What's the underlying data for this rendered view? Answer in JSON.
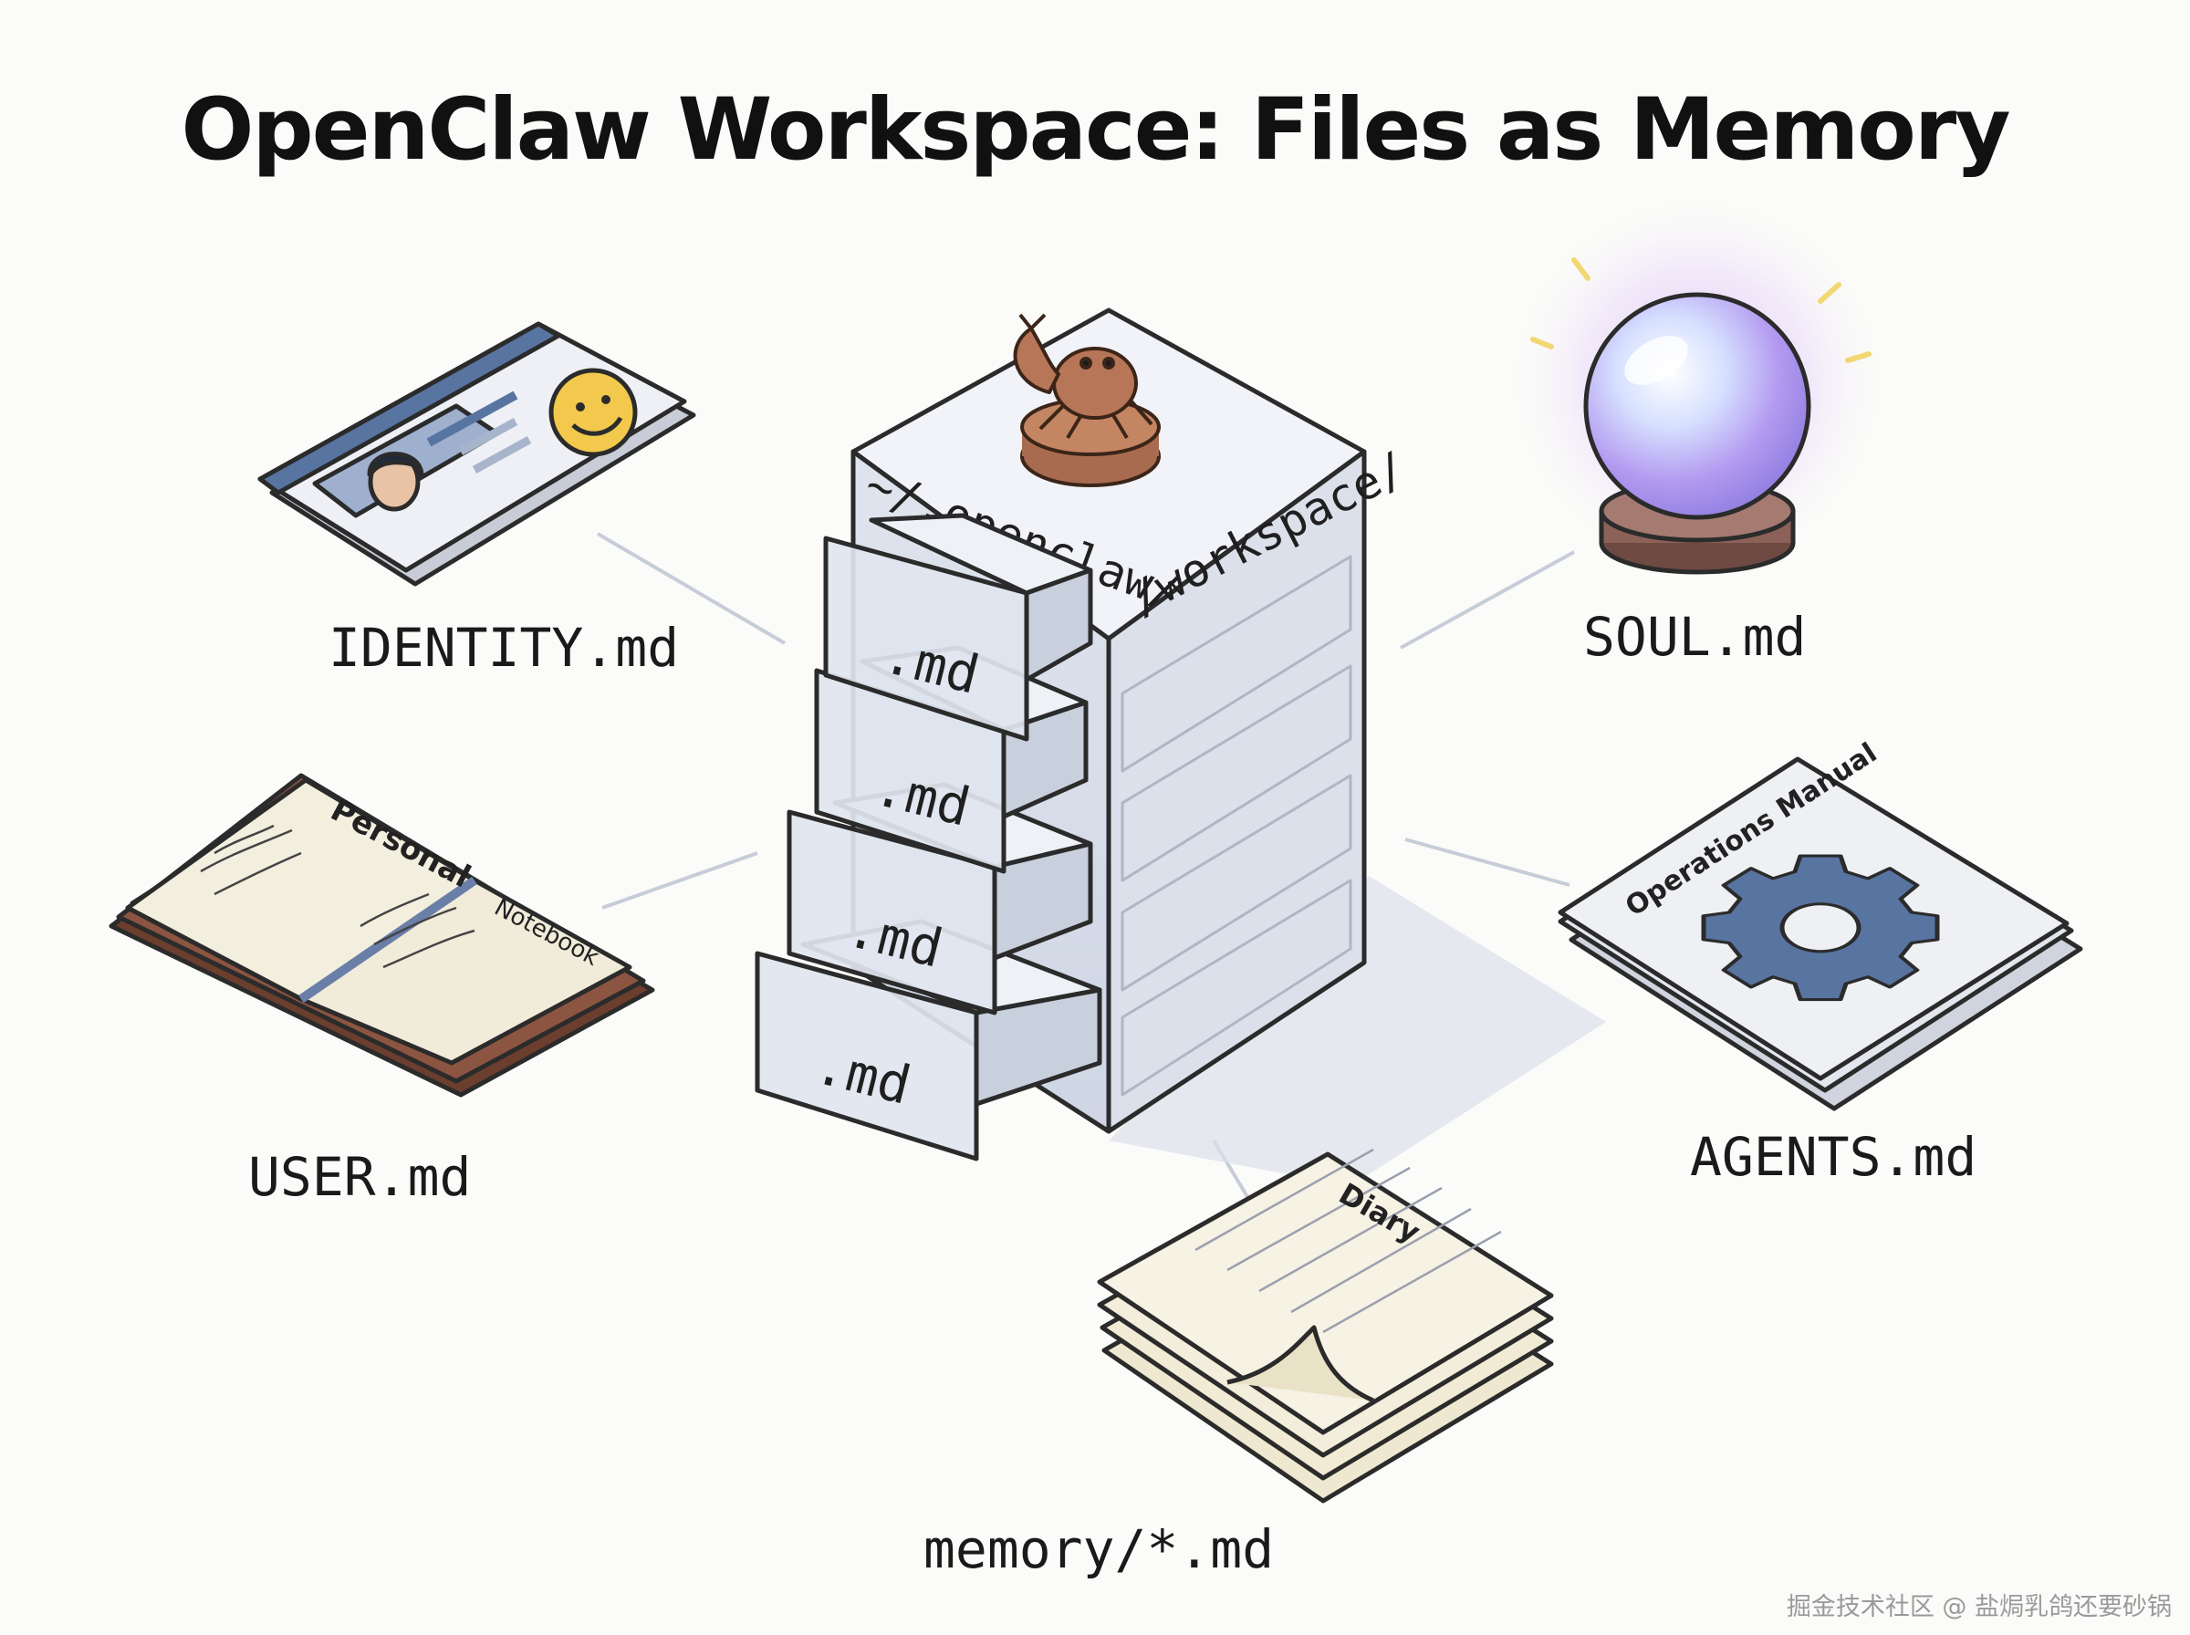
{
  "title": "OpenClaw Workspace: Files as Memory",
  "cabinet": {
    "path_left": "~/.openclaw/",
    "path_right": "/workspace/",
    "drawer_labels": [
      ".md",
      ".md",
      ".md",
      ".md"
    ]
  },
  "files": {
    "identity": {
      "label": "IDENTITY.md"
    },
    "soul": {
      "label": "SOUL.md"
    },
    "user": {
      "label": "USER.md",
      "page_left": "Personal",
      "page_right": "Notebook"
    },
    "agents": {
      "label": "AGENTS.md",
      "cover": "Operations Manual"
    },
    "memory": {
      "label": "memory/*.md",
      "cover": "Diary"
    }
  },
  "watermark": "掘金技术社区 @ 盐焗乳鸽还要砂锅",
  "icons": {
    "identity": "id-card-icon",
    "soul": "crystal-ball-icon",
    "user": "notebook-icon",
    "agents": "manual-gear-icon",
    "memory": "diary-pages-icon",
    "mascot": "crab-mascot-icon"
  },
  "colors": {
    "outline": "#2b2b2b",
    "cabinet": "#e6e9f0",
    "accent_blue": "#5874a0",
    "paper": "#f3efdf",
    "leather": "#7a4a38",
    "smiley": "#f2c94c",
    "glow": "#c9a6ef"
  }
}
